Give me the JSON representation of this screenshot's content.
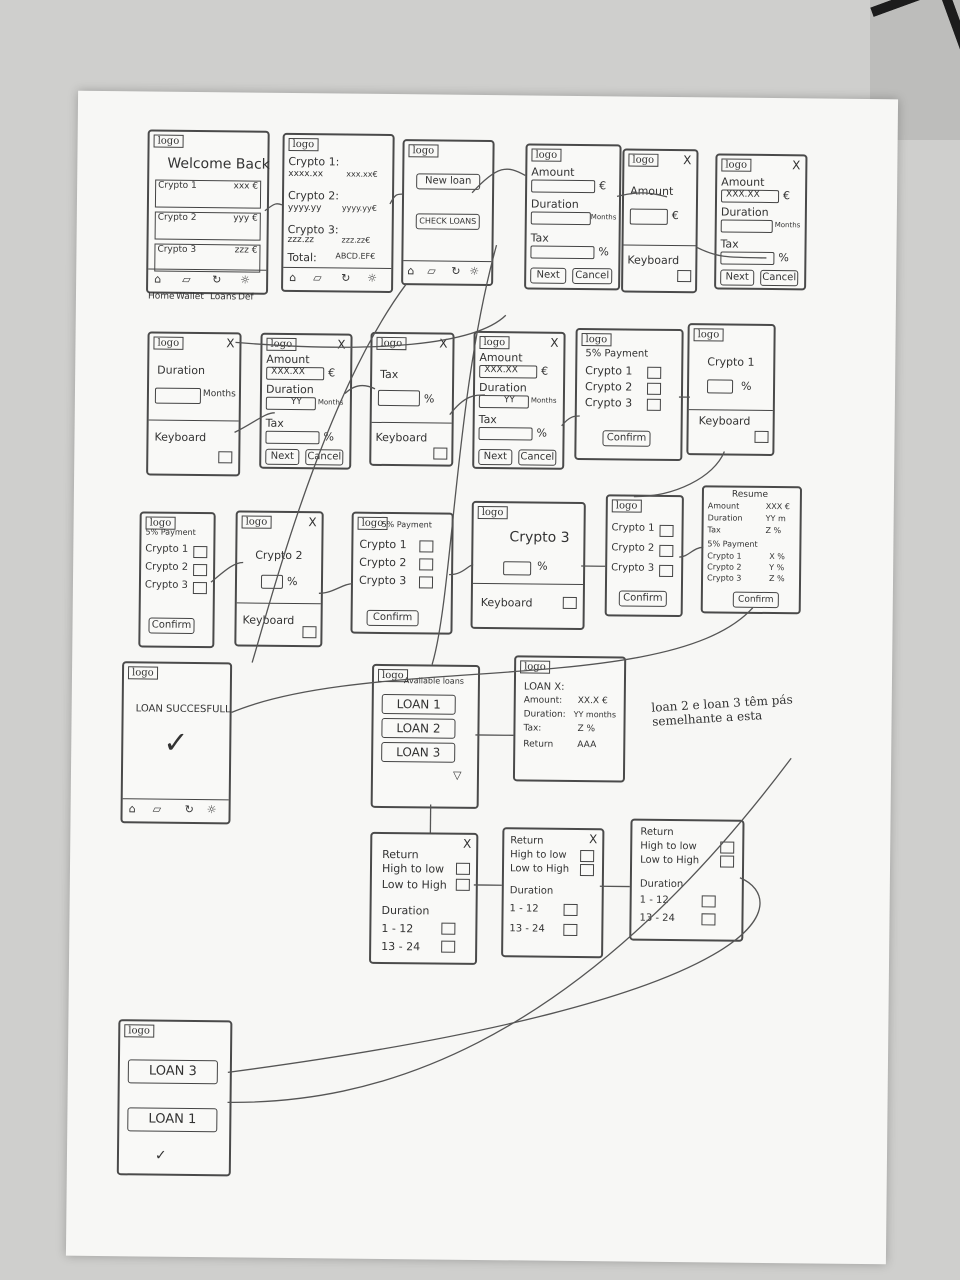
{
  "logo": "logo",
  "close_glyph": "X",
  "home": {
    "title": "Welcome Back",
    "rows": [
      {
        "label": "Crypto 1",
        "value": "xxx €"
      },
      {
        "label": "Crypto 2",
        "value": "yyy €"
      },
      {
        "label": "Crypto 3",
        "value": "zzz €"
      }
    ],
    "nav": [
      "Home",
      "Wallet",
      "Loans",
      "Def"
    ]
  },
  "wallet": {
    "c1": "Crypto 1:",
    "c1v": "xxxx.xx",
    "c1e": "xxx.xx€",
    "c2": "Crypto 2:",
    "c2v": "yyyy.yy",
    "c2e": "yyyy.yy€",
    "c3": "Crypto 3:",
    "c3v": "zzz.zz",
    "c3e": "zzz.zz€",
    "total": "Total:",
    "totalv": "ABCD.EF€"
  },
  "loans_menu": {
    "new": "New loan",
    "check": "CHECK LOANS"
  },
  "form": {
    "amount": "Amount",
    "duration": "Duration",
    "months": "Months",
    "tax": "Tax",
    "next": "Next",
    "cancel": "Cancel",
    "keyboard": "Keyboard",
    "amount_val": "XXX.XX",
    "dur_val": "YY"
  },
  "payment": {
    "title": "5% Payment",
    "c1": "Crypto 1",
    "c2": "Crypto 2",
    "c3": "Crypto 3",
    "confirm": "Confirm"
  },
  "resume": {
    "title": "Resume",
    "amount": "Amount",
    "amount_v": "XXX €",
    "duration": "Duration",
    "duration_v": "YY m",
    "tax": "Tax",
    "tax_v": "Z %",
    "pay": "5% Payment",
    "c1": "Crypto 1",
    "c1v": "X %",
    "c2": "Crypto 2",
    "c2v": "Y %",
    "c3": "Crypto 3",
    "c3v": "Z %",
    "confirm": "Confirm"
  },
  "success": {
    "title": "LOAN SUCCESFULL",
    "check": "✓"
  },
  "available": {
    "title": "Available loans",
    "items": [
      "LOAN 1",
      "LOAN 2",
      "LOAN 3"
    ]
  },
  "detail": {
    "loan": "LOAN X:",
    "amount": "Amount:",
    "amount_v": "XX.X €",
    "duration": "Duration:",
    "duration_v": "YY months",
    "tax": "Tax:",
    "tax_v": "Z %",
    "return": "Return",
    "return_v": "AAA"
  },
  "note": "loan 2 e loan 3 têm pás semelhante a esta",
  "filter": {
    "return": "Return",
    "h2l": "High to low",
    "l2h": "Low to High",
    "duration": "Duration",
    "d1": "1 - 12",
    "d2": "13 - 24"
  },
  "sorted": {
    "items": [
      "LOAN 3",
      "LOAN 1"
    ]
  }
}
